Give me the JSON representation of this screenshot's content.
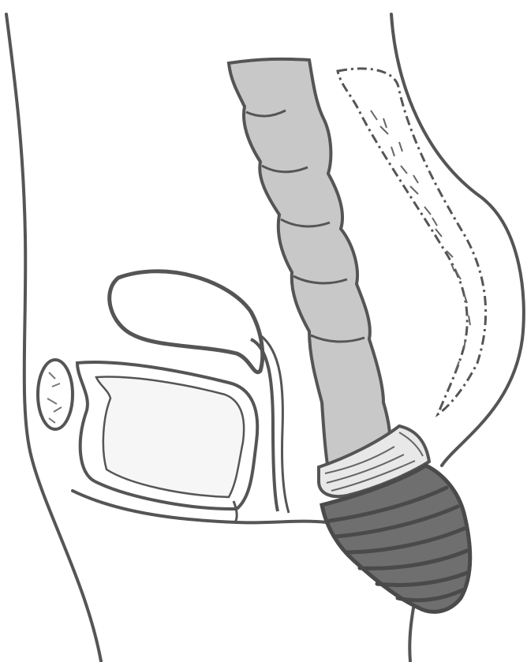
{
  "figure": {
    "kind": "sagittal-anatomical-line-drawing",
    "labels": [],
    "colors": {
      "background": "#ffffff",
      "outline": "#555555",
      "bowel_fill": "#c8c8c8",
      "everted_segment_fill": "#6f6f6f",
      "fold_band_fill": "#e8e8e8"
    },
    "structures": [
      "body-contour",
      "uterus",
      "bladder",
      "pubic-bone",
      "sacrum-coccyx",
      "rectosigmoid-colon",
      "prolapse-neck-folds",
      "prolapsed-rectum"
    ]
  }
}
